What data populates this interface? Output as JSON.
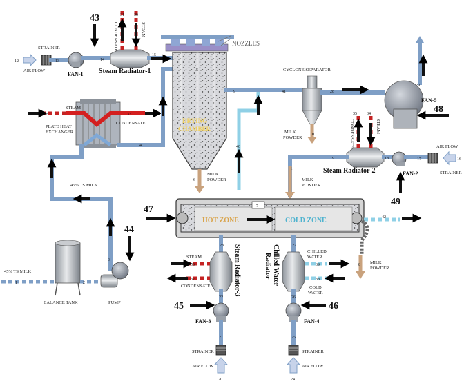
{
  "labels": {
    "nozzles": "NOZZLES",
    "drying_chamber_1": "DRYING",
    "drying_chamber_2": "CHAMBER",
    "cyclone_separator": "CYCLONE SEPARATOR",
    "fan1": "FAN-1",
    "fan2": "FAN-2",
    "fan3": "FAN-3",
    "fan4": "FAN-4",
    "fan5": "FAN-5",
    "steam_radiator_1": "Steam Radiator-1",
    "steam_radiator_2": "Steam Radiator-2",
    "steam_radiator_3": "Steam Radiator-3",
    "chilled_water_radiator_1": "Chilled Water",
    "chilled_water_radiator_2": "Radiator",
    "strainer": "STRAINER",
    "air_flow": "AIR FLOW",
    "plate_heat_1": "PLATE HEAT",
    "plate_heat_2": "EXCHANGER",
    "steam": "STEAM",
    "condensate": "CONDENSATE",
    "milk_powder_1": "MILK",
    "milk_powder_2": "POWDER",
    "ts_milk": "45% TS MILK",
    "balance_tank": "BALANCE TANK",
    "pump": "PUMP",
    "hot_zone": "HOT ZONE",
    "cold_zone": "COLD ZONE",
    "chilled_water_1": "CHILLED",
    "chilled_water_2": "WATER",
    "cold_water_1": "COLD",
    "cold_water_2": "WATER"
  },
  "stream_numbers": [
    "1",
    "2",
    "3",
    "4",
    "5",
    "6",
    "7",
    "8",
    "9",
    "10",
    "11",
    "12",
    "13",
    "14",
    "15",
    "16",
    "17",
    "18",
    "19",
    "20",
    "21",
    "22",
    "23",
    "24",
    "25",
    "26",
    "27",
    "28",
    "29",
    "30",
    "31",
    "32",
    "33",
    "34",
    "35",
    "36",
    "37",
    "38",
    "39",
    "40",
    "41",
    "42"
  ],
  "callouts": [
    "43",
    "44",
    "45",
    "46",
    "47",
    "48",
    "49"
  ],
  "colors": {
    "air_pipe": "#7f9fc6",
    "cold_pipe": "#8fd0e6",
    "steam": "#c42323",
    "milk_powder": "#c9a27d",
    "hot_zone_text": "#d9a34a",
    "cold_zone_text": "#4fb3cf",
    "drying_chamber_text": "#f0d060"
  }
}
